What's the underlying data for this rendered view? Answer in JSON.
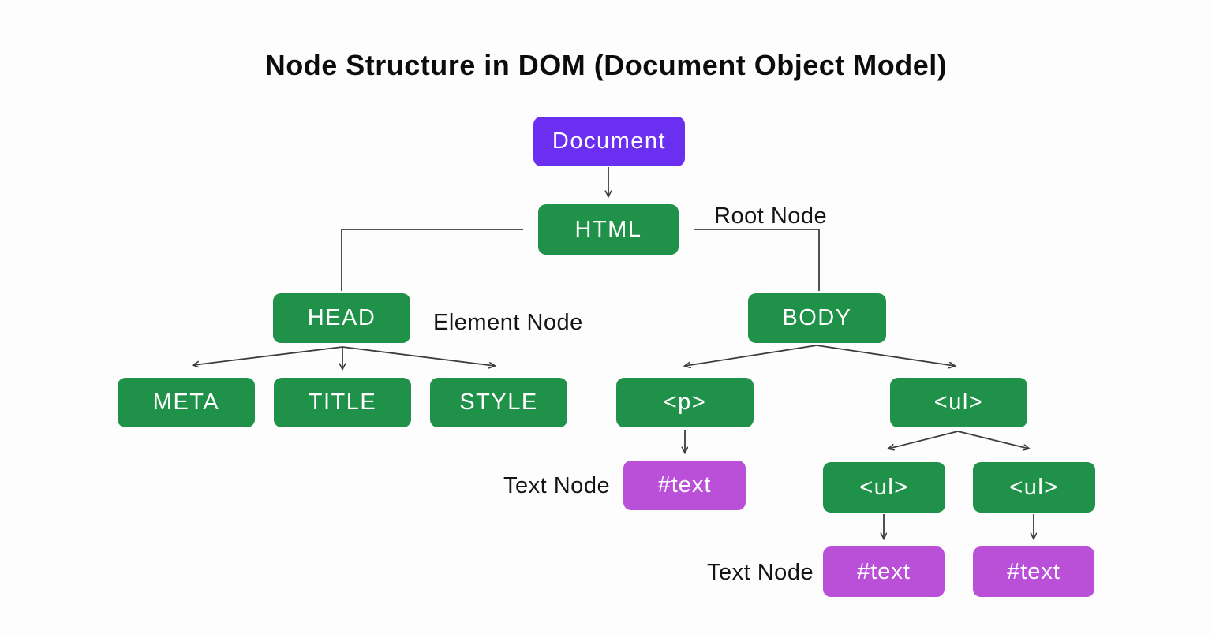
{
  "title": "Node Structure in DOM (Document Object Model)",
  "colors": {
    "purple": "#6A2FF0",
    "green": "#1F9148",
    "magenta": "#BA4FD8",
    "lineColor": "#3d3d3d",
    "bg": "#fdfdfd",
    "labelText": "#141414",
    "nodeText": "#ffffff"
  },
  "nodes": {
    "document": {
      "label": "Document",
      "type": "document-node"
    },
    "html": {
      "label": "HTML",
      "type": "root-element"
    },
    "head": {
      "label": "HEAD",
      "type": "element"
    },
    "body": {
      "label": "BODY",
      "type": "element"
    },
    "meta": {
      "label": "META",
      "type": "element"
    },
    "title_el": {
      "label": "TITLE",
      "type": "element"
    },
    "style_el": {
      "label": "STYLE",
      "type": "element"
    },
    "p": {
      "label": "<p>",
      "type": "element"
    },
    "ul": {
      "label": "<ul>",
      "type": "element"
    },
    "ul_left": {
      "label": "<ul>",
      "type": "element"
    },
    "ul_right": {
      "label": "<ul>",
      "type": "element"
    },
    "text_p": {
      "label": "#text",
      "type": "text-node"
    },
    "text_ul_left": {
      "label": "#text",
      "type": "text-node"
    },
    "text_ul_right": {
      "label": "#text",
      "type": "text-node"
    }
  },
  "annotations": {
    "root_node": "Root Node",
    "element_node": "Element Node",
    "text_node_p": "Text Node",
    "text_node_ul": "Text Node"
  }
}
